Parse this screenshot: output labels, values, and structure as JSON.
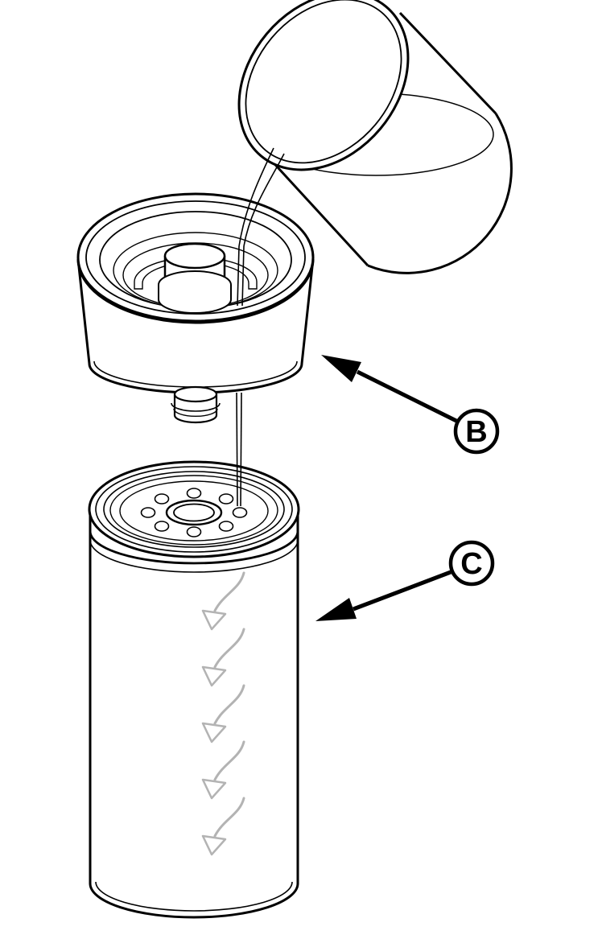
{
  "figure": {
    "background_color": "#ffffff",
    "line_color": "#000000",
    "flow_arrow_color": "#b3b3b3",
    "callouts": [
      {
        "label": "B",
        "points_to": "filter-head"
      },
      {
        "label": "C",
        "points_to": "filter-cartridge"
      }
    ],
    "parts": [
      "pouring-container",
      "fuel-stream",
      "filter-head",
      "threaded-fitting",
      "filter-cartridge",
      "flow-arrows"
    ]
  }
}
